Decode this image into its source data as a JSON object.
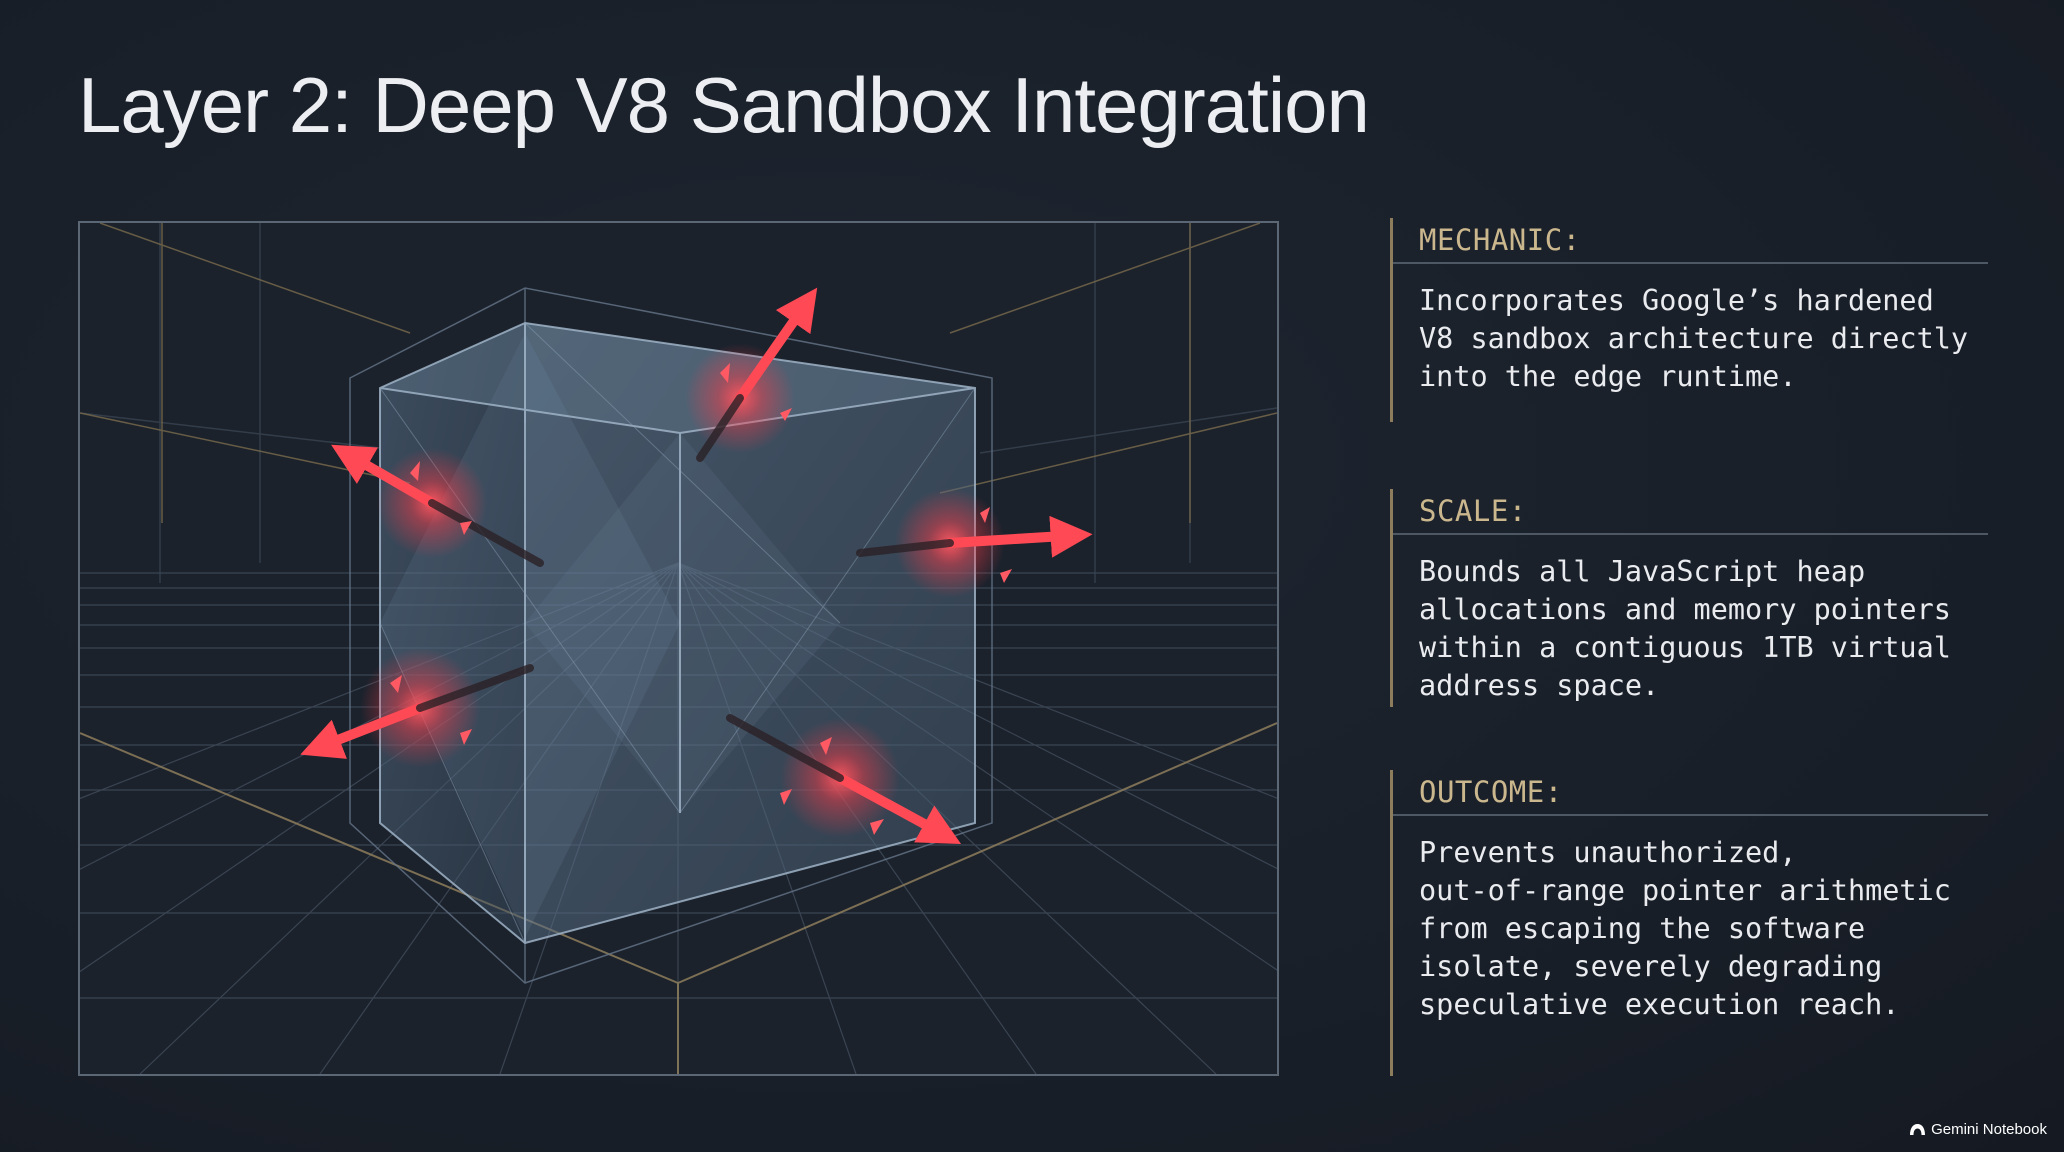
{
  "slide": {
    "title": "Layer 2: Deep V8 Sandbox Integration"
  },
  "panels": [
    {
      "label": "MECHANIC:",
      "body": "Incorporates Google’s hardened\nV8 sandbox architecture directly\ninto the edge runtime."
    },
    {
      "label": "SCALE:",
      "body": "Bounds all JavaScript heap\nallocations and memory pointers\nwithin a contiguous 1TB virtual\naddress space."
    },
    {
      "label": "OUTCOME:",
      "body": "Prevents unauthorized,\nout-of-range pointer arithmetic\nfrom escaping the software\nisolate, severely degrading\nspeculative execution reach."
    }
  ],
  "illustration": {
    "subject": "translucent cube sandbox with red arrows deflecting outward",
    "colors": {
      "background": "#1b222c",
      "grid": "#3a4452",
      "cube_edge": "#8fa3b8",
      "cube_fill": "#4a6178",
      "arrow": "#ff4a55",
      "accent_gold": "#8d7d5c"
    }
  },
  "branding": {
    "text": "Gemini Notebook",
    "icon": "gemini-logo-icon"
  }
}
